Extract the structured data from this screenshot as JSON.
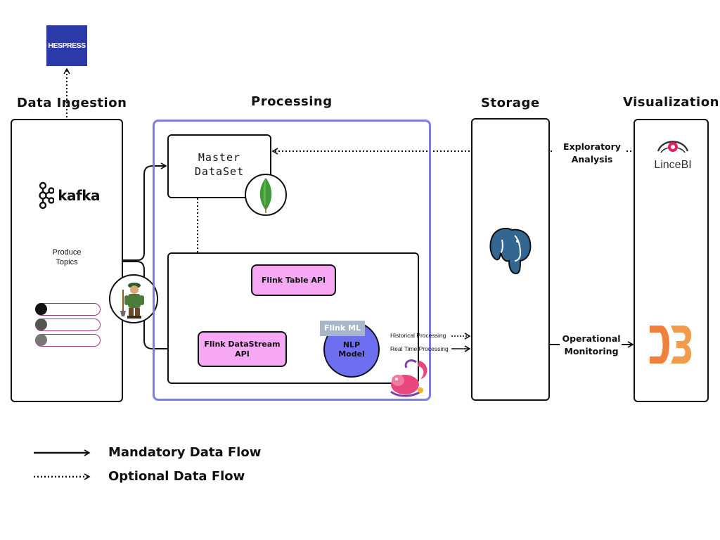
{
  "header": {
    "sections": {
      "ingestion": "Data Ingestion",
      "processing": "Processing",
      "storage": "Storage",
      "visualization": "Visualization"
    }
  },
  "source": {
    "logo_text": "HESPRESS",
    "logo_color": "#2a3aa8"
  },
  "ingestion": {
    "kafka_logo_text": "kafka",
    "produce_label": "Produce\nTopics",
    "scraper_icon": "scraper-person-icon",
    "topics": [
      {
        "dot_color": "#111111"
      },
      {
        "dot_color": "#555555"
      },
      {
        "dot_color": "#777777"
      }
    ]
  },
  "processing": {
    "master_dataset": "Master\nDataSet",
    "mongodb_icon": "mongodb-leaf-icon",
    "flink_table_api": "Flink Table API",
    "flink_datastream_api": "Flink DataStream\nAPI",
    "flink_ml": "Flink ML",
    "nlp_model": "NLP\nModel",
    "historical_processing": "Historical Processing",
    "real_time_processing": "Real Time Processing",
    "flink_icon": "flink-squirrel-icon",
    "frame_color": "#7b7ee8",
    "pink_color": "#f6a8f4",
    "nlp_color": "#6d6ef0",
    "flink_ml_color": "#a7b6c8"
  },
  "storage": {
    "postgres_icon": "postgresql-elephant-icon",
    "postgres_color": "#336791"
  },
  "visualization": {
    "exploratory_label": "Exploratory\nAnalysis",
    "operational_label": "Operational\nMonitoring",
    "lincebi_text": "LinceBI",
    "d3_icon": "d3-logo-icon",
    "lincebi_accent": "#e0205a",
    "d3_color": "#f0803c"
  },
  "legend": {
    "mandatory": "Mandatory Data Flow",
    "optional": "Optional Data Flow"
  }
}
